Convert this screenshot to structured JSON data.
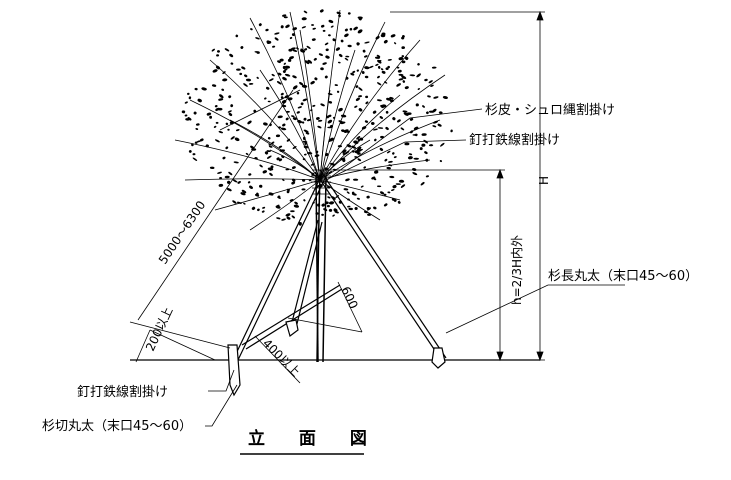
{
  "drawing": {
    "caption": "立 面 図",
    "labels": {
      "sugi_shuro": "杉皮・シュロ縄割掛け",
      "kugi_top": "釘打鉄線割掛け",
      "sugi_naga": "杉長丸太（末口45〜60）",
      "kugi_bottom": "釘打鉄線割掛け",
      "sugi_kiri": "杉切丸太（末口45〜60）"
    },
    "dimensions": {
      "total_height": "H",
      "stake_height": "h=2/3H内外",
      "pole_length": "5000〜6300",
      "stake_600": "600",
      "stake_200": "200以上",
      "stake_400": "400以上"
    }
  }
}
